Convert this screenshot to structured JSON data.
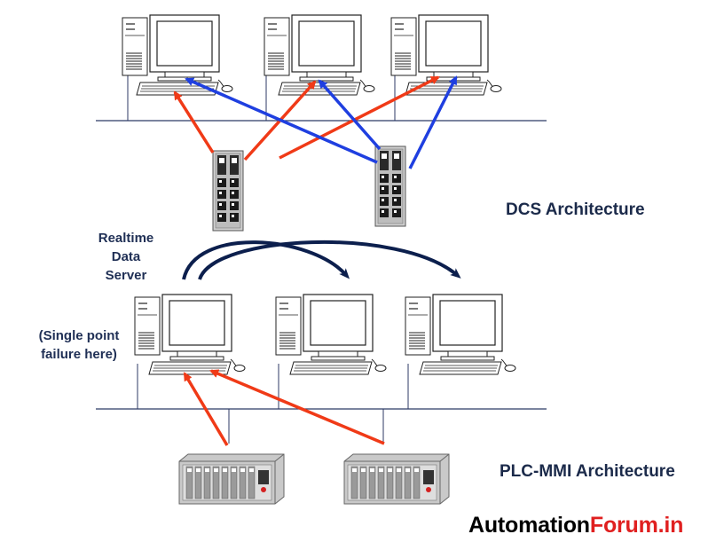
{
  "labels": {
    "dcs_title": "DCS Architecture",
    "plc_title": "PLC-MMI Architecture",
    "server_note_line1": "Realtime",
    "server_note_line2": "Data",
    "server_note_line3": "Server",
    "failure_note_line1": "(Single point",
    "failure_note_line2": "failure here)"
  },
  "brand": {
    "part1": "Automation",
    "part2": "Forum.in",
    "part1_color": "#000000",
    "part2_color": "#e02020"
  },
  "colors": {
    "red_arrow": "#f03a17",
    "blue_arrow": "#1f3fe0",
    "navy_arrow": "#0c1f4d",
    "network_line": "#2c3a66"
  },
  "icons": [
    "workstation-icon",
    "dcs-controller-icon",
    "plc-rack-icon"
  ]
}
